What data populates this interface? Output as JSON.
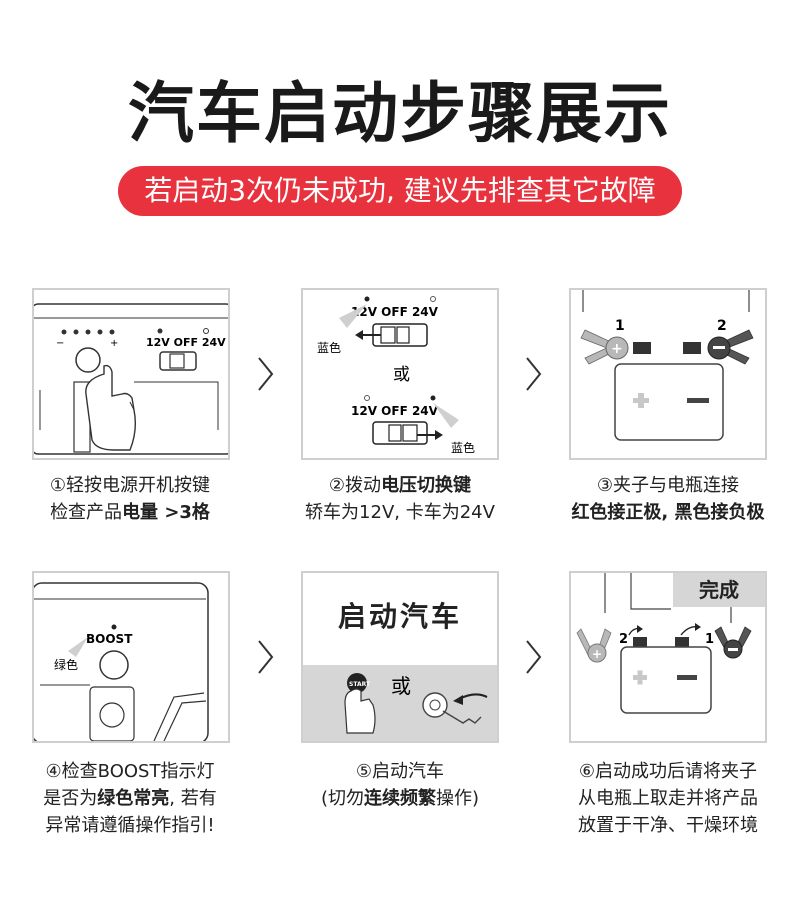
{
  "title": "汽车启动步骤展示",
  "banner": "若启动3次仍未成功, 建议先排查其它故障",
  "steps": [
    {
      "caption_lines": [
        [
          {
            "t": "①轻按电源开机按键"
          }
        ],
        [
          {
            "t": "检查产品"
          },
          {
            "t": "电量 >3格",
            "b": true
          }
        ]
      ],
      "labels": {
        "switch": "12V OFF 24V"
      }
    },
    {
      "caption_lines": [
        [
          {
            "t": "②拨动"
          },
          {
            "t": "电压切换键",
            "b": true
          }
        ],
        [
          {
            "t": "轿车为12V, 卡车为24V"
          }
        ]
      ],
      "labels": {
        "switch": "12V OFF 24V",
        "blue": "蓝色",
        "or": "或"
      }
    },
    {
      "caption_lines": [
        [
          {
            "t": "③夹子与电瓶连接"
          }
        ],
        [
          {
            "t": "红色接正极, 黑色接负极",
            "b": true
          }
        ]
      ],
      "labels": {
        "n1": "1",
        "n2": "2"
      }
    },
    {
      "caption_lines": [
        [
          {
            "t": "④检查BOOST指示灯"
          }
        ],
        [
          {
            "t": "是否为"
          },
          {
            "t": "绿色常亮",
            "b": true
          },
          {
            "t": ", 若有"
          }
        ],
        [
          {
            "t": "异常请遵循操作指引!"
          }
        ]
      ],
      "labels": {
        "boost": "BOOST",
        "green": "绿色"
      }
    },
    {
      "caption_lines": [
        [
          {
            "t": "⑤启动汽车"
          }
        ],
        [
          {
            "t": "(切勿"
          },
          {
            "t": "连续频繁",
            "b": true
          },
          {
            "t": "操作)"
          }
        ]
      ],
      "labels": {
        "heading": "启动汽车",
        "or": "或",
        "start": "START"
      }
    },
    {
      "caption_lines": [
        [
          {
            "t": "⑥启动成功后请将夹子"
          }
        ],
        [
          {
            "t": "从电瓶上取走并将产品"
          }
        ],
        [
          {
            "t": "放置于干净、干燥环境"
          }
        ]
      ],
      "labels": {
        "done": "完成",
        "n1": "1",
        "n2": "2"
      }
    }
  ],
  "colors": {
    "accent_red": "#e8323e",
    "card_border": "#cfcfcf",
    "light_gray": "#d6d6d6"
  }
}
